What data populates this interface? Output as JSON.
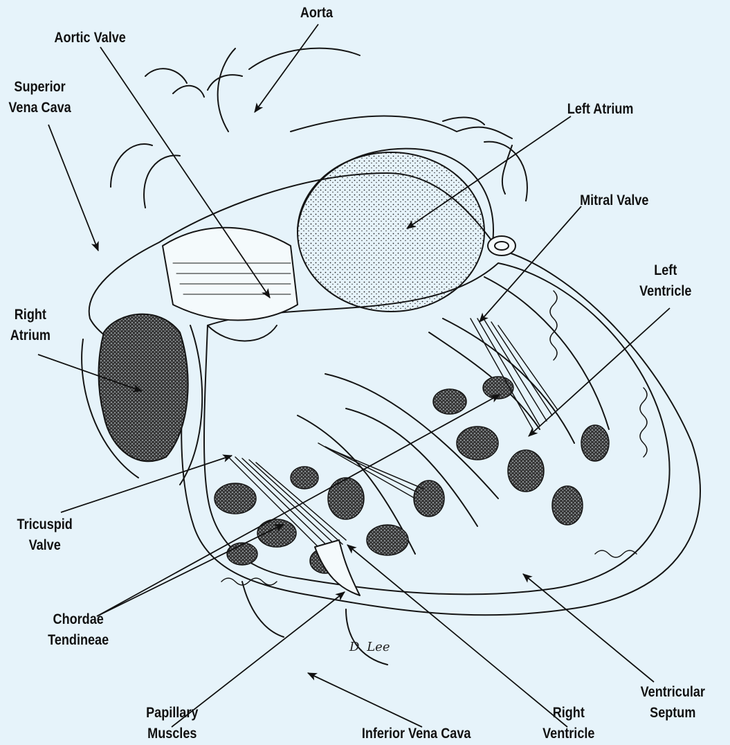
{
  "diagram": {
    "background_color": "#e6f3fa",
    "ink_color": "#111111",
    "labels": {
      "aorta": "Aorta",
      "aortic_valve": "Aortic Valve",
      "superior_vena_cava": [
        "Superior",
        "Vena Cava"
      ],
      "left_atrium": "Left Atrium",
      "mitral_valve": "Mitral Valve",
      "left_ventricle": [
        "Left",
        "Ventricle"
      ],
      "right_atrium": [
        "Right",
        "Atrium"
      ],
      "tricuspid_valve": [
        "Tricuspid",
        "Valve"
      ],
      "chordae_tendineae": [
        "Chordae",
        "Tendineae"
      ],
      "papillary_muscles": [
        "Papillary",
        "Muscles"
      ],
      "inferior_vena_cava": "Inferior Vena Cava",
      "right_ventricle": [
        "Right",
        "Ventricle"
      ],
      "ventricular_septum": [
        "Ventricular",
        "Septum"
      ]
    },
    "signature": "D. Lee"
  }
}
